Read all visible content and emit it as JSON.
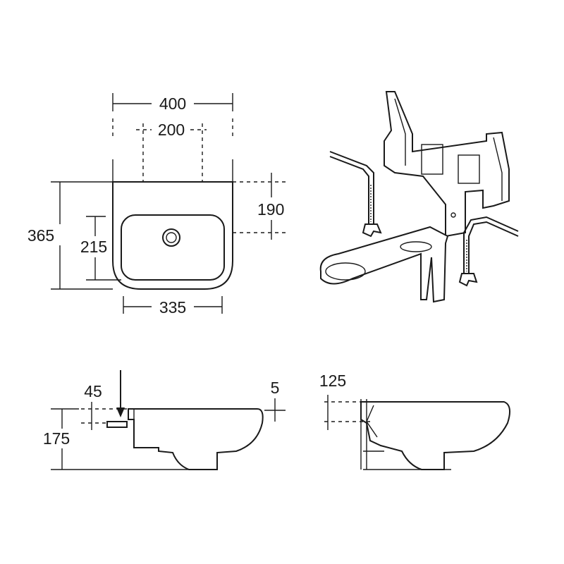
{
  "title": "Basin technical drawing",
  "dimensions": {
    "overall_width": "400",
    "tap_hole_spacing": "200",
    "wall_to_bowl": "190",
    "overall_depth": "365",
    "bowl_depth": "215",
    "bowl_width": "335",
    "tap_offset": "45",
    "rim_thickness": "5",
    "height": "175",
    "fixing_height": "125"
  },
  "colors": {
    "line": "#1a1a1a",
    "background": "#ffffff"
  }
}
